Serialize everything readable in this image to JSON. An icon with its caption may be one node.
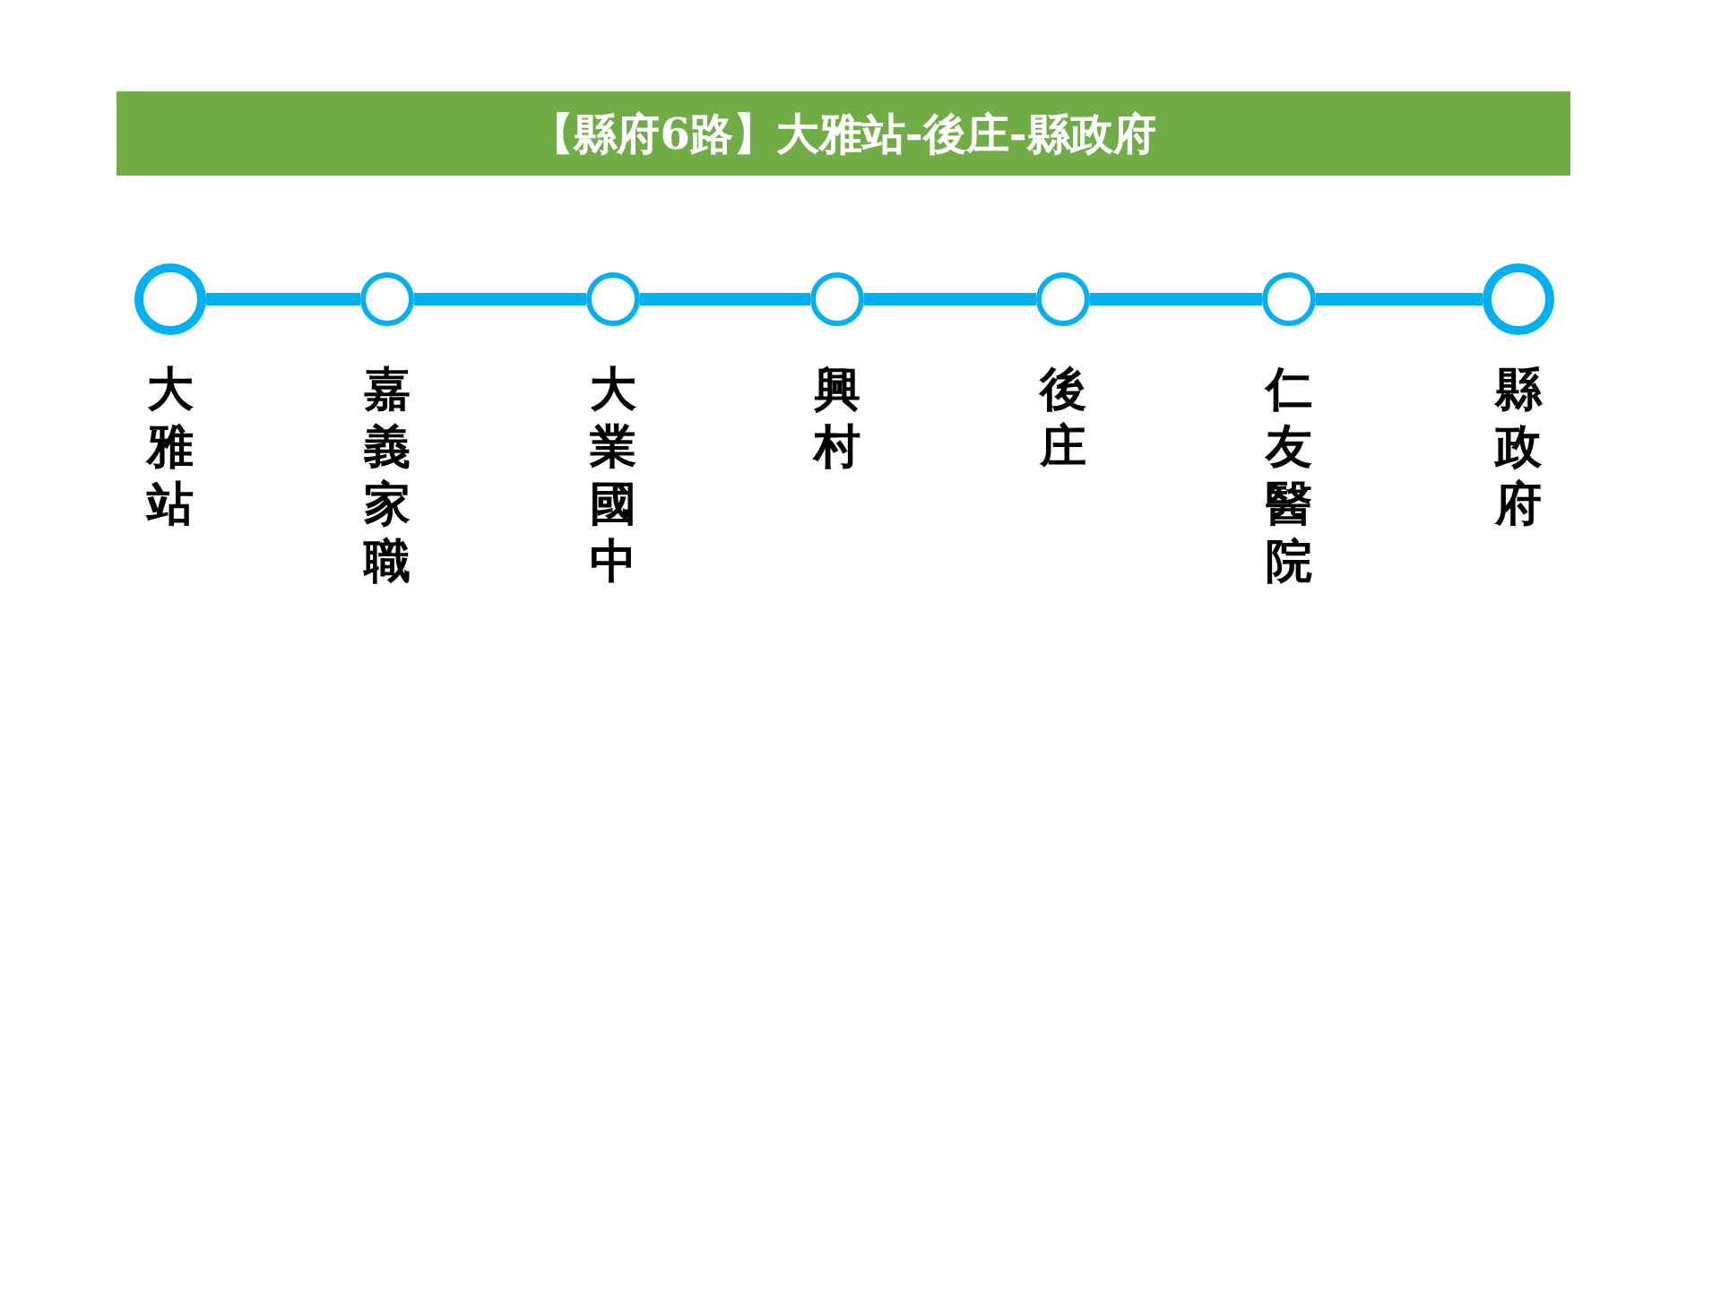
{
  "diagram": {
    "title": "【縣府6路】大雅站-後庄-縣政府",
    "nodes": [
      {
        "text": [],
        "shape": "circle",
        "beside": [
          "大雅站"
        ]
      },
      {
        "text": [],
        "shape": "circle",
        "beside": [
          "嘉義家職"
        ]
      },
      {
        "text": [],
        "shape": "circle",
        "beside": [
          "大業國中"
        ]
      },
      {
        "text": [],
        "shape": "circle",
        "beside": [
          "興村"
        ]
      },
      {
        "text": [],
        "shape": "circle",
        "beside": [
          "後庄"
        ]
      },
      {
        "text": [],
        "shape": "circle",
        "beside": [
          "仁友醫院"
        ]
      },
      {
        "text": [],
        "shape": "circle",
        "beside": [
          "縣政府"
        ]
      }
    ],
    "edges": [
      {
        "from": 0,
        "to": 1,
        "arrow": "none"
      },
      {
        "from": 1,
        "to": 2,
        "arrow": "none"
      },
      {
        "from": 2,
        "to": 3,
        "arrow": "none"
      },
      {
        "from": 3,
        "to": 4,
        "arrow": "none"
      },
      {
        "from": 4,
        "to": 5,
        "arrow": "none"
      },
      {
        "from": 5,
        "to": 6,
        "arrow": "none"
      }
    ]
  }
}
